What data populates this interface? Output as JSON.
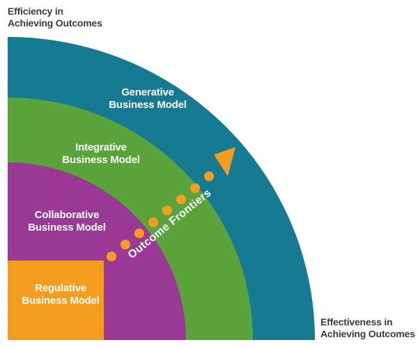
{
  "axes": {
    "y_label": "Efficiency in\nAchieving Outcomes",
    "x_label": "Effectiveness in\nAchieving Outcomes"
  },
  "rings": [
    {
      "name": "generative",
      "label": "Generative\nBusiness Model",
      "color": "#147b93"
    },
    {
      "name": "integrative",
      "label": "Integrative\nBusiness Model",
      "color": "#5ba43c"
    },
    {
      "name": "collaborative",
      "label": "Collaborative\nBusiness Model",
      "color": "#9a3a96"
    },
    {
      "name": "regulative",
      "label": "Regulative\nBusiness Model",
      "color": "#f59d1f"
    }
  ],
  "arrow": {
    "label": "Outcome Frontiers",
    "dot_count": 8,
    "color": "#f59d1f"
  },
  "text_color": "#3b3b3a"
}
